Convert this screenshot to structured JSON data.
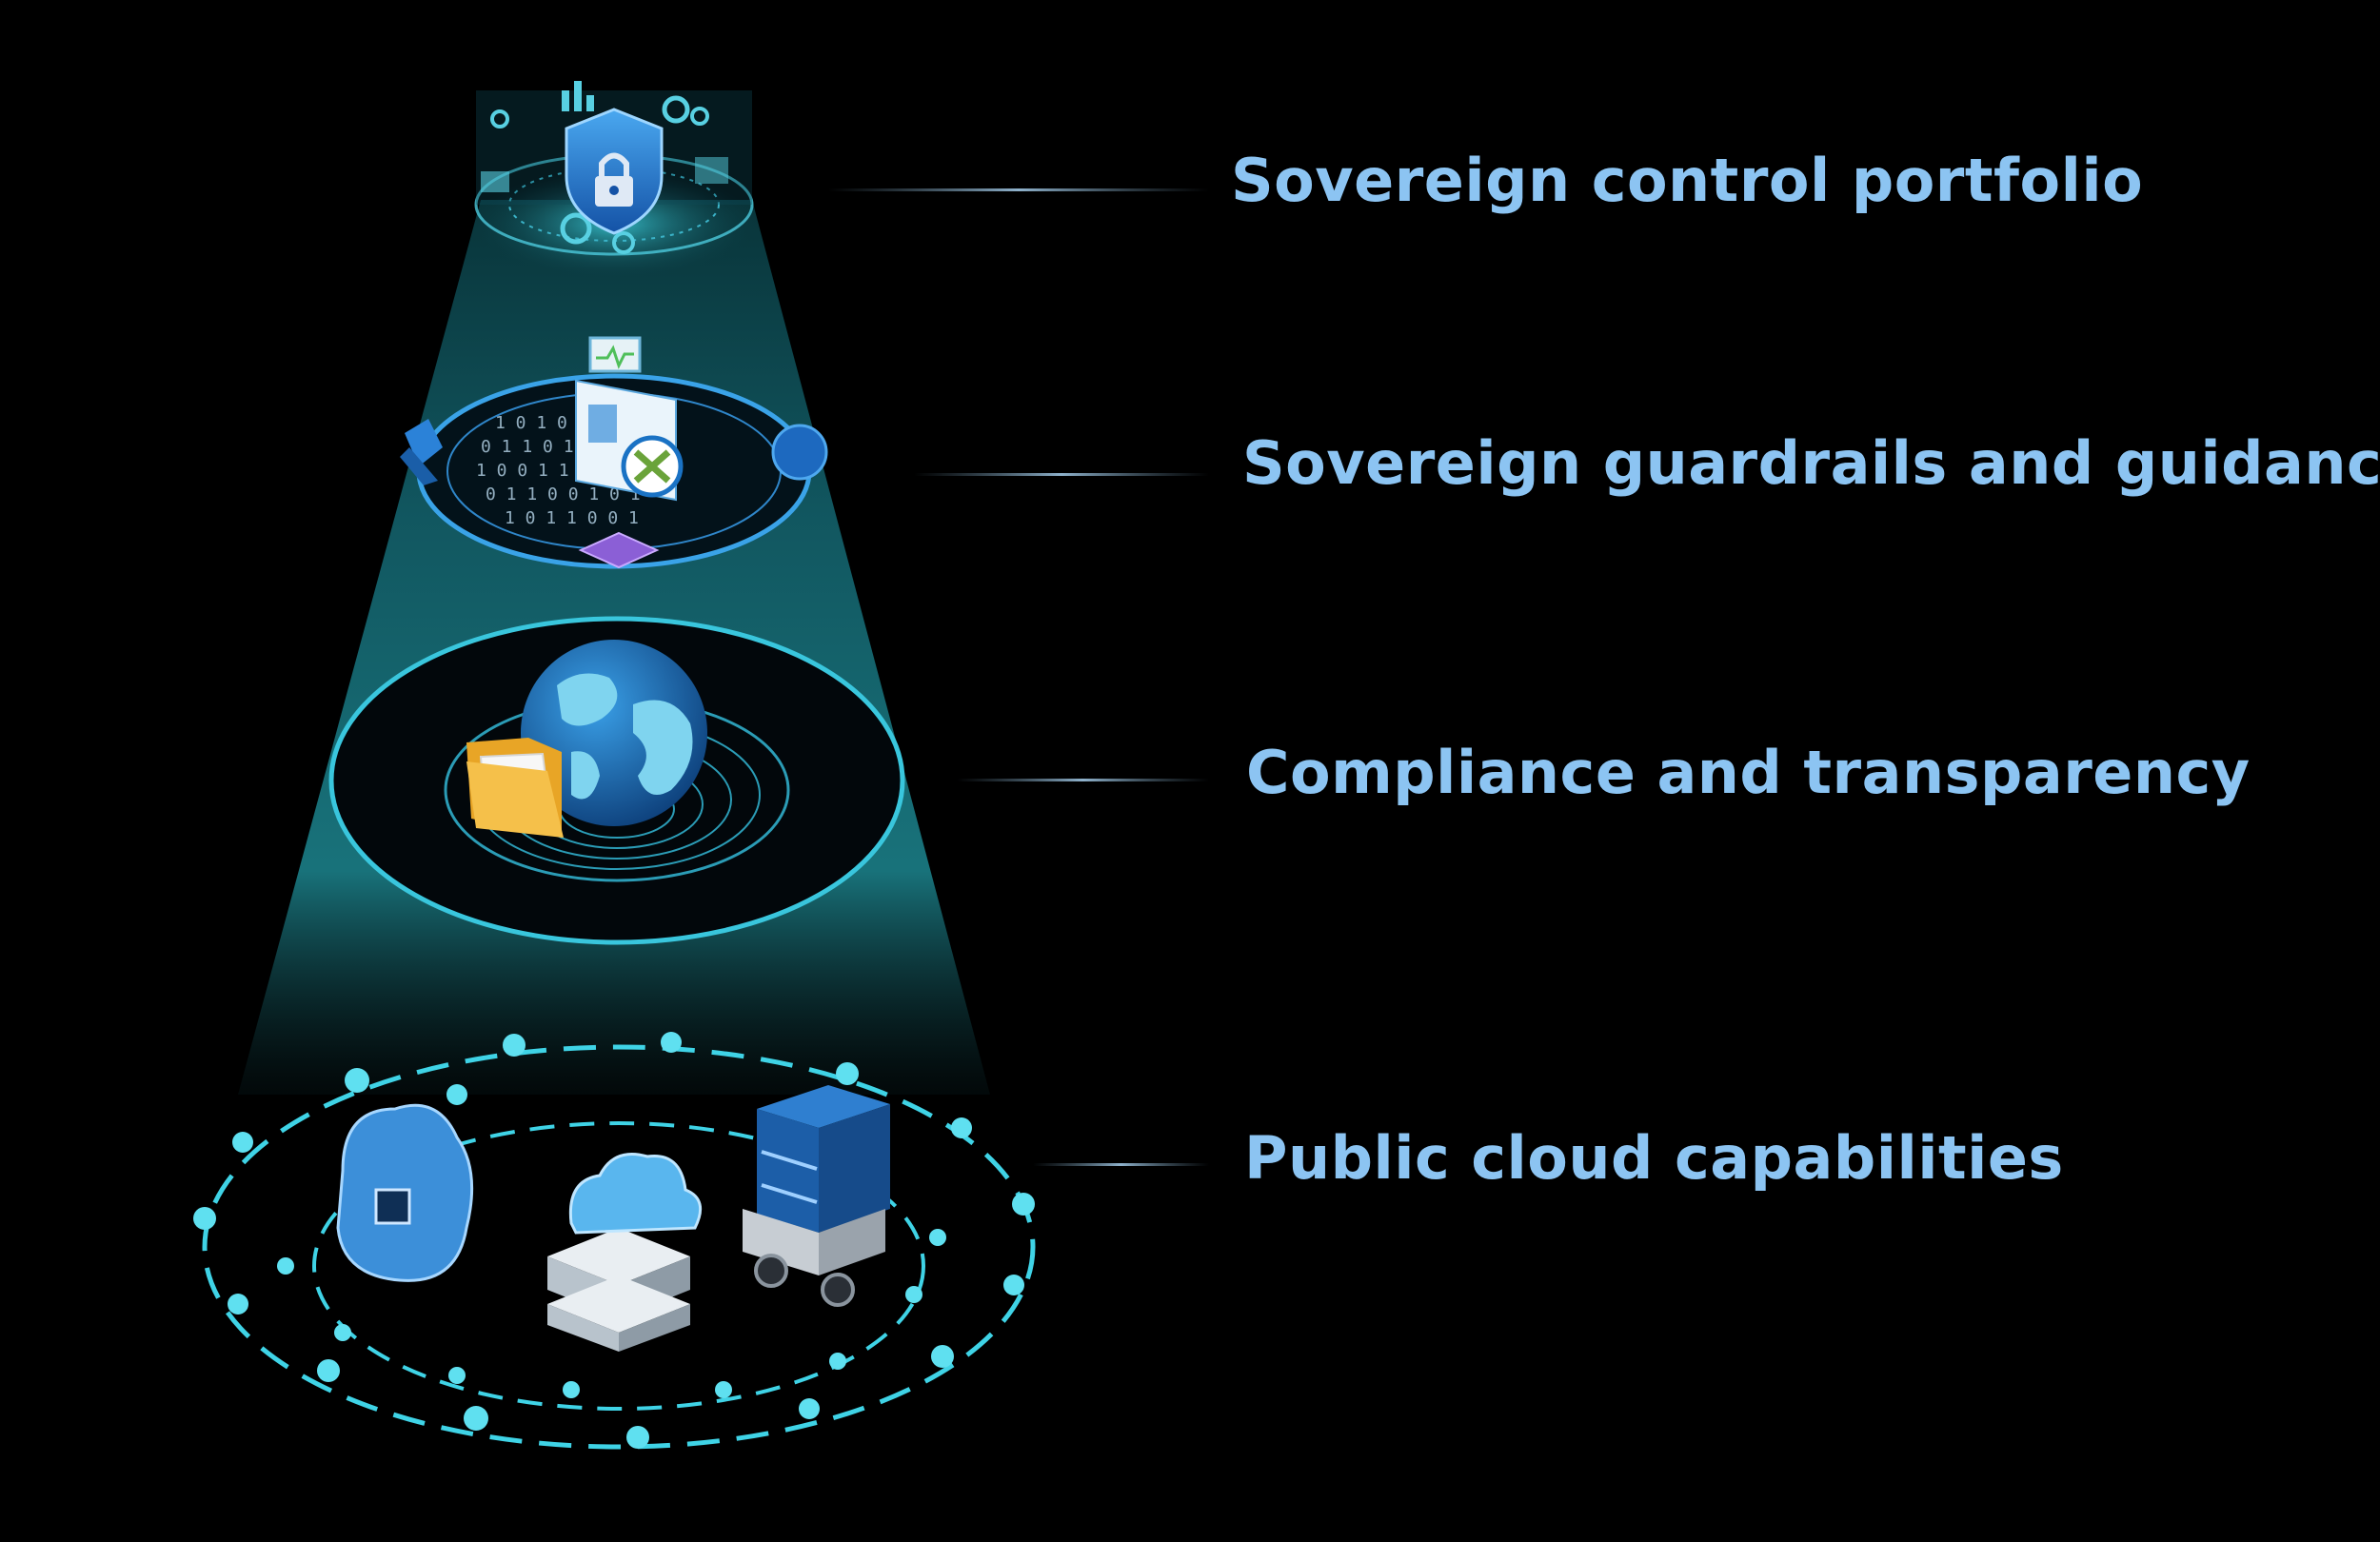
{
  "layers": [
    {
      "label": "Sovereign control portfolio",
      "icon": "shield-lock-icon"
    },
    {
      "label": "Sovereign guardrails and guidance",
      "icon": "dashboard-guidance-icon"
    },
    {
      "label": "Compliance and transparency",
      "icon": "globe-folder-icon"
    },
    {
      "label": "Public cloud capabilities",
      "icon": "cloud-services-icon"
    }
  ],
  "colors": {
    "background": "#000000",
    "label": "#8cc4f2",
    "beam": "#1f8a94",
    "ring": "#2fd6ea",
    "accent": "#1e73c8",
    "folder": "#f2b33a"
  }
}
